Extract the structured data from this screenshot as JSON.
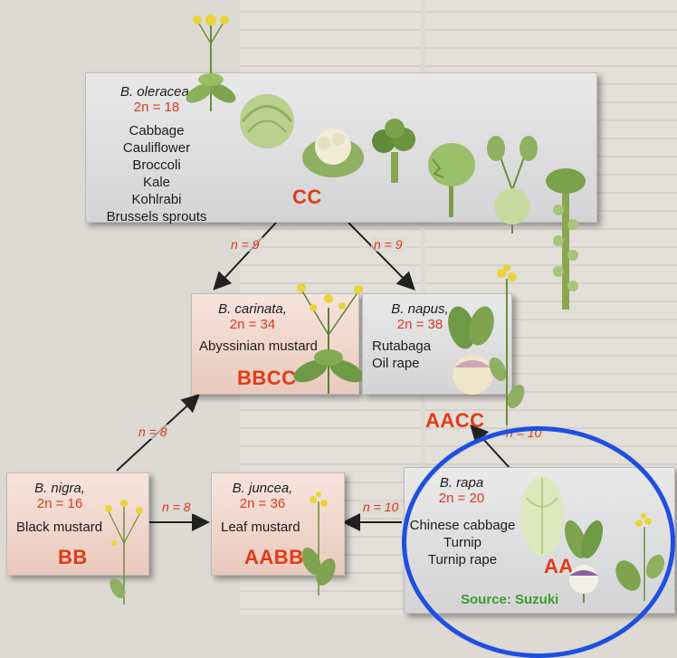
{
  "boxes": {
    "oleracea": {
      "species": "B. oleracea,",
      "chromosomes": "2n = 18",
      "common_names": [
        "Cabbage",
        "Cauliflower",
        "Broccoli",
        "Kale",
        "Kohlrabi",
        "Brussels sprouts"
      ],
      "genome": "CC"
    },
    "carinata": {
      "species": "B. carinata,",
      "chromosomes": "2n = 34",
      "common_names": [
        "Abyssinian mustard"
      ],
      "genome": "BBCC"
    },
    "napus": {
      "species": "B. napus,",
      "chromosomes": "2n = 38",
      "common_names": [
        "Rutabaga",
        "Oil rape"
      ],
      "genome": "AACC"
    },
    "nigra": {
      "species": "B. nigra,",
      "chromosomes": "2n = 16",
      "common_names": [
        "Black mustard"
      ],
      "genome": "BB"
    },
    "juncea": {
      "species": "B. juncea,",
      "chromosomes": "2n = 36",
      "common_names": [
        "Leaf mustard"
      ],
      "genome": "AABB"
    },
    "rapa": {
      "species": "B. rapa",
      "chromosomes": "2n = 20",
      "common_names": [
        "Chinese cabbage",
        "Turnip",
        "Turnip rape"
      ],
      "genome": "AA"
    }
  },
  "arrow_labels": {
    "cc_to_carinata": "n = 9",
    "cc_to_napus": "n = 9",
    "nigra_to_carinata": "n = 8",
    "nigra_to_juncea": "n = 8",
    "rapa_to_juncea": "n = 10",
    "rapa_to_napus": "n = 10"
  },
  "source": "Source: Suzuki",
  "colors": {
    "genome_red": "#e23a16",
    "highlight_circle": "#1f4fe0",
    "source_green": "#3a9e2d"
  }
}
